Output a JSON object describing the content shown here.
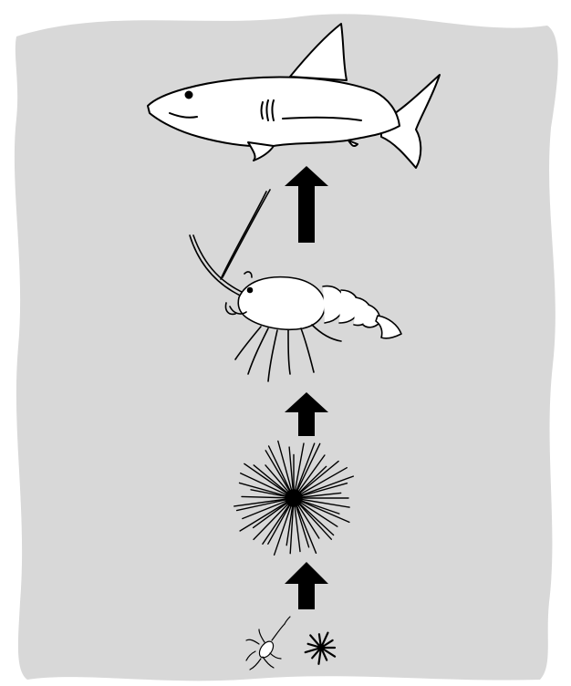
{
  "diagram": {
    "kind": "food-chain",
    "direction": "bottom-to-top",
    "background_color": "#d8d8d8",
    "outline_color": "#000000",
    "organisms": [
      {
        "id": "shark",
        "icon": "shark-icon",
        "level": 4
      },
      {
        "id": "shrimp",
        "icon": "shrimp-icon",
        "level": 3
      },
      {
        "id": "sea-urchin",
        "icon": "sea-urchin-icon",
        "level": 2
      },
      {
        "id": "plankton",
        "icon": "plankton-icon",
        "level": 1
      }
    ],
    "arrows": [
      {
        "from": "plankton",
        "to": "sea-urchin"
      },
      {
        "from": "sea-urchin",
        "to": "shrimp"
      },
      {
        "from": "shrimp",
        "to": "shark"
      }
    ]
  }
}
